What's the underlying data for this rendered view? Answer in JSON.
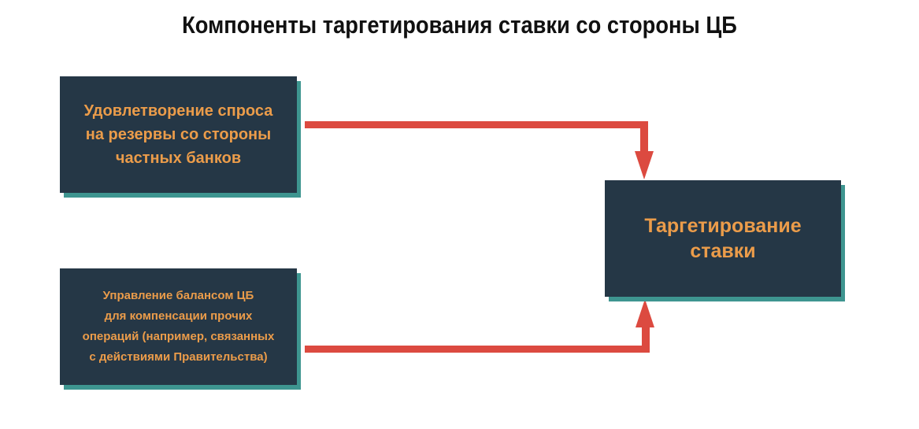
{
  "title": "Компоненты таргетирования ставки со стороны ЦБ",
  "boxes": {
    "demand": "Удовлетворение спроса\nна резервы со стороны\nчастных банков",
    "target": "Таргетирование\nставки",
    "balance": "Управление балансом ЦБ\nдля компенсации прочих\nопераций (например, связанных\nс действиями Правительства)"
  },
  "colors": {
    "box": "#253746",
    "shadow": "#3e9590",
    "text": "#eb9c4a",
    "arrow": "#dc4a40"
  }
}
